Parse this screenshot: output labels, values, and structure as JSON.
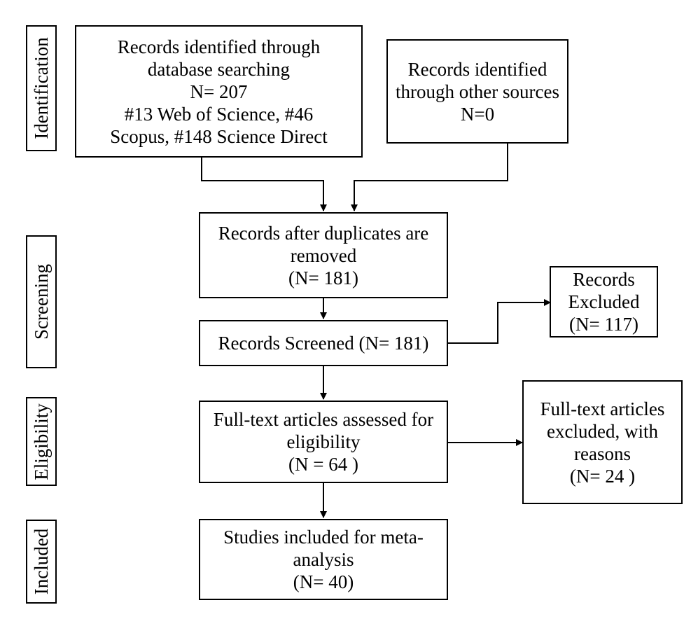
{
  "stages": {
    "identification": "Identification",
    "screening": "Screening",
    "eligibility": "Eligibility",
    "included": "Included"
  },
  "boxes": {
    "database": [
      "Records identified through",
      "database searching",
      "N= 207",
      "#13 Web of Science, #46",
      "Scopus, #148 Science Direct"
    ],
    "other": [
      "Records identified",
      "through other sources",
      "N=0"
    ],
    "duplicates": [
      "Records after duplicates are",
      "removed",
      "(N= 181)"
    ],
    "screened": [
      "Records Screened (N= 181)"
    ],
    "excluded": [
      "Records",
      "Excluded",
      "(N= 117)"
    ],
    "fulltext": [
      "Full-text articles assessed for",
      "eligibility",
      "(N = 64 )"
    ],
    "fulltext_excluded": [
      "Full-text articles",
      "excluded, with",
      "reasons",
      "(N= 24 )"
    ],
    "included": [
      "Studies included for meta-",
      "analysis",
      "(N= 40)"
    ]
  }
}
